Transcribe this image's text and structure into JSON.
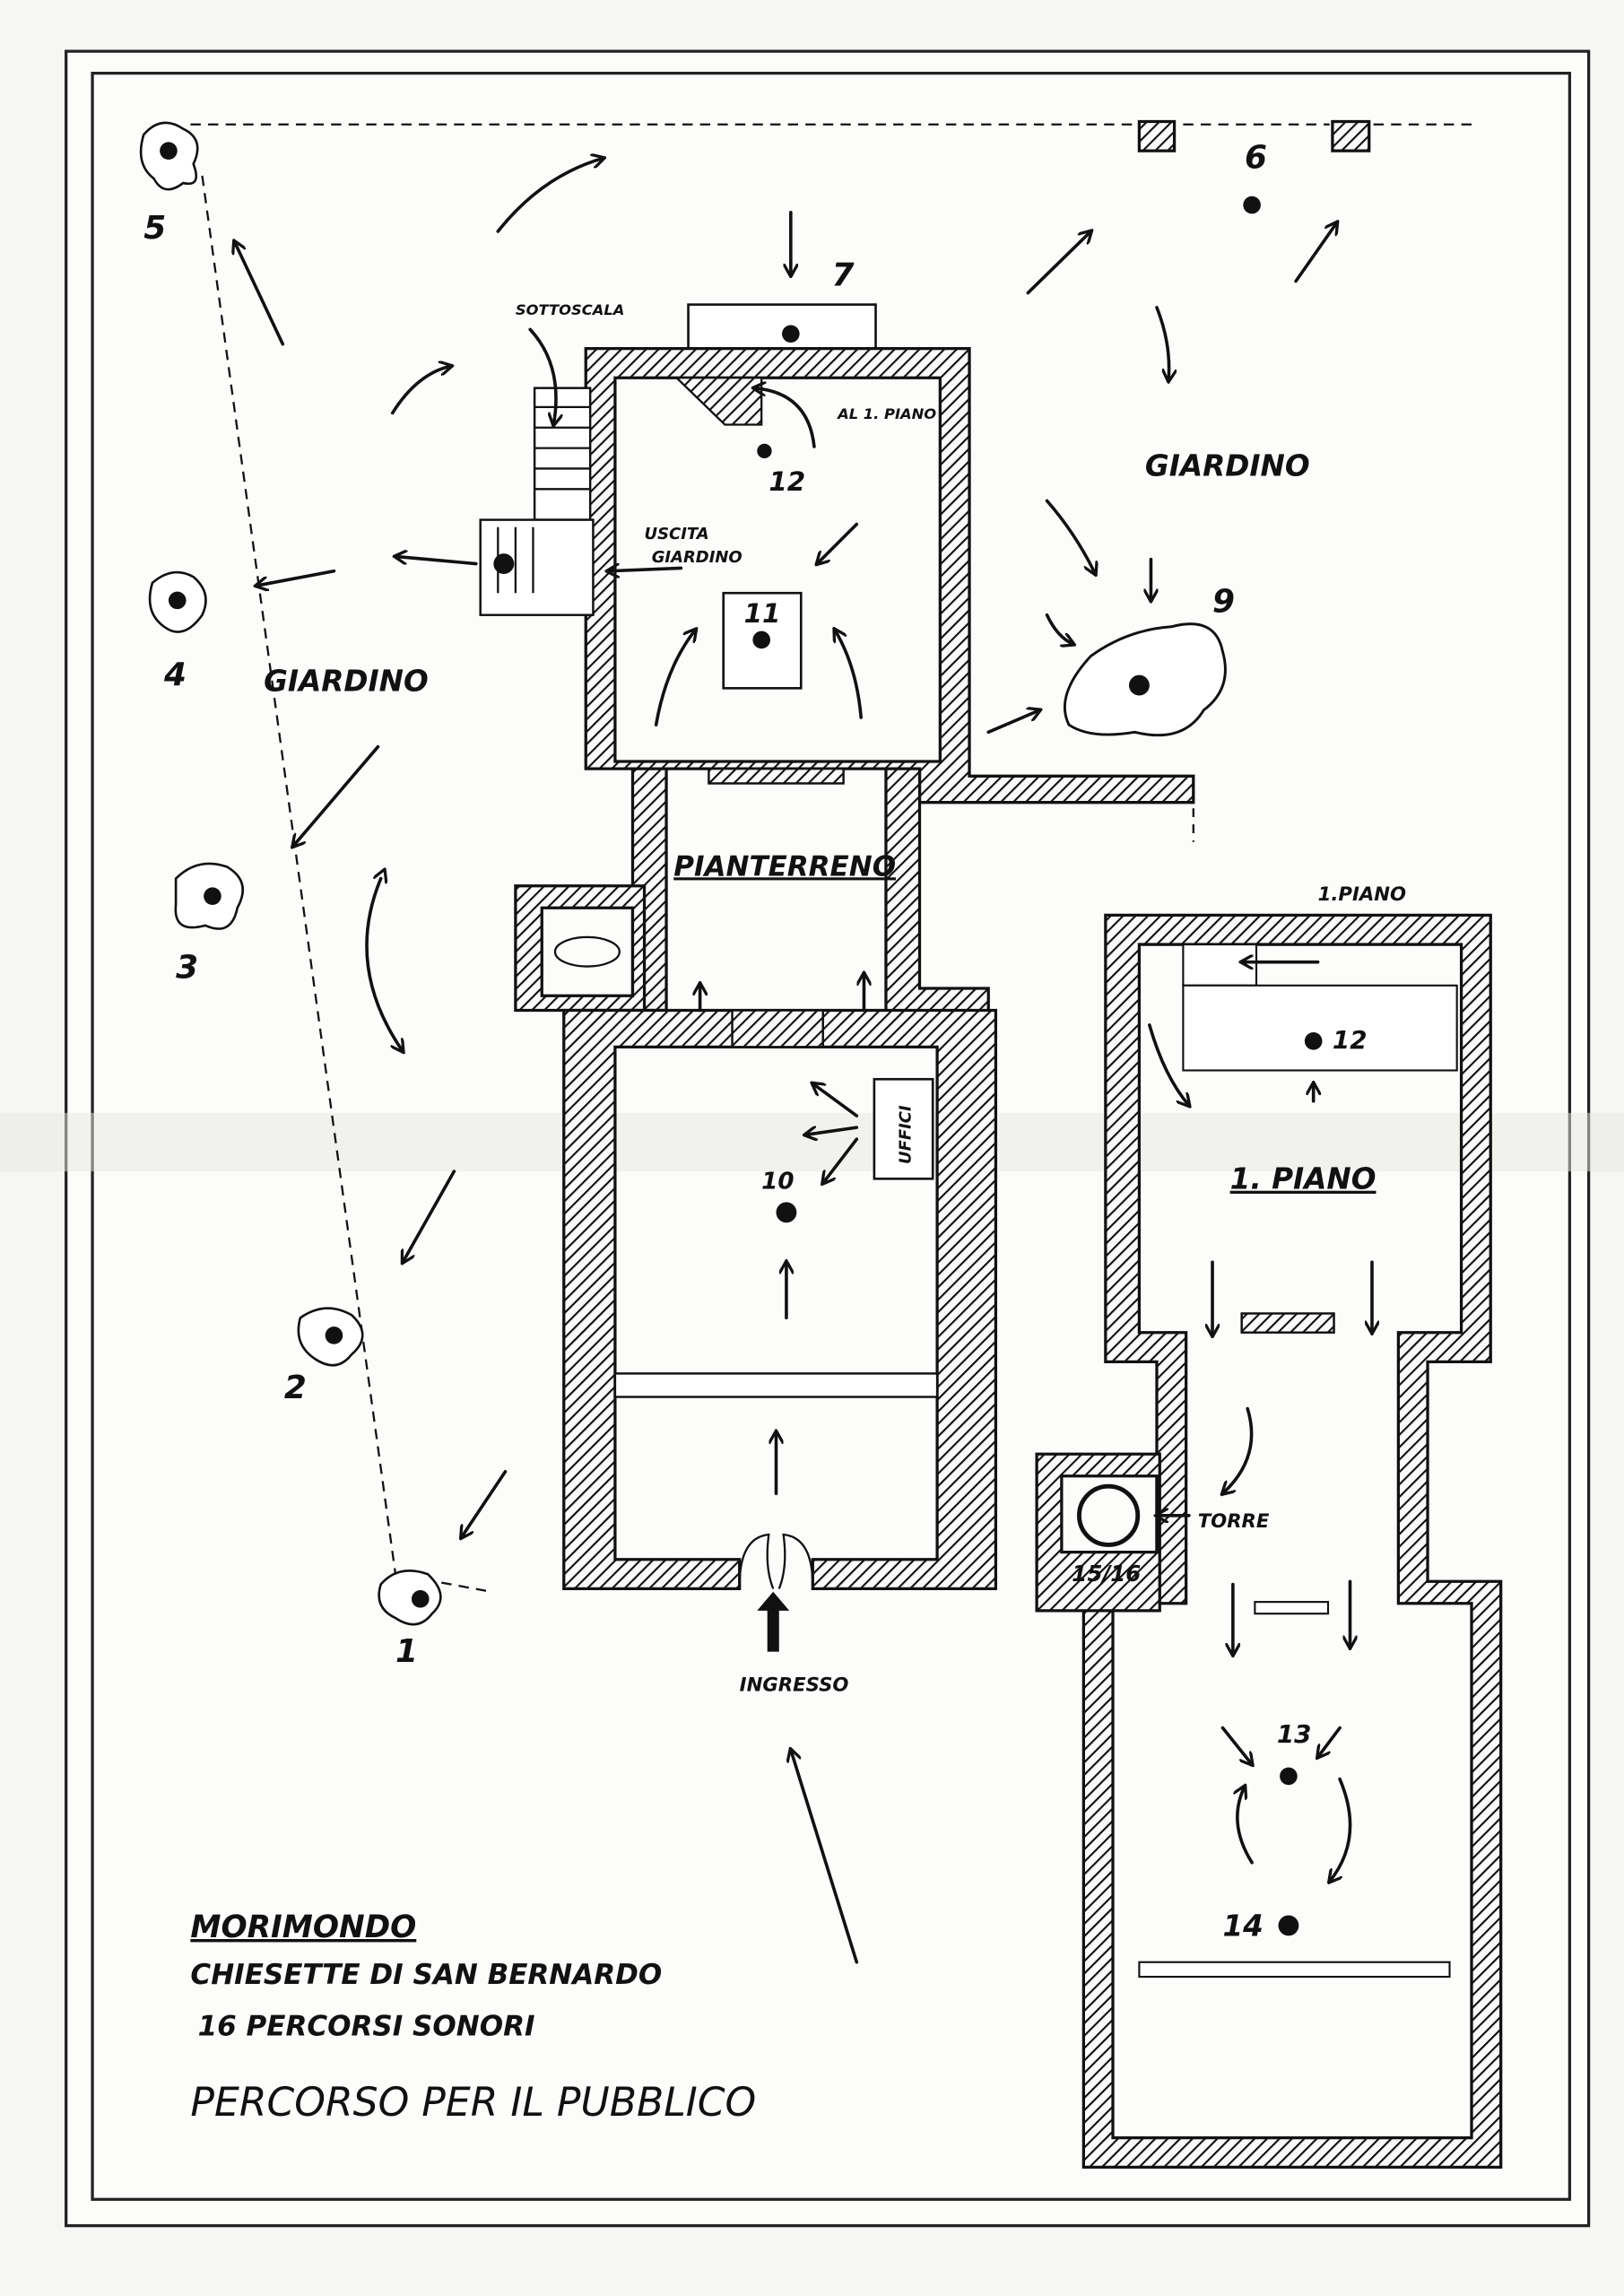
{
  "title_block": {
    "place": "MORIMONDO",
    "subtitle": "CHIESETTE DI SAN BERNARDO",
    "count_line": "16 PERCORSI SONORI",
    "caption": "PERCORSO PER IL PUBBLICO"
  },
  "labels": {
    "garden_right": "GIARDINO",
    "garden_left": "GIARDINO",
    "ground_floor": "PIANTERRENO",
    "first_floor": "1. PIANO",
    "first_floor_header": "1.PIANO",
    "under_stairs": "SOTTOSCALA",
    "to_first_floor": "AL 1. PIANO",
    "garden_exit_1": "USCITA",
    "garden_exit_2": "GIARDINO",
    "offices": "UFFICI",
    "tower": "TORRE",
    "entrance": "INGRESSO"
  },
  "points": {
    "p1": "1",
    "p2": "2",
    "p3": "3",
    "p4": "4",
    "p5": "5",
    "p6": "6",
    "p7": "7",
    "p9": "9",
    "p10": "10",
    "p11": "11",
    "p12": "12",
    "p12b": "12",
    "p13": "13",
    "p14": "14",
    "p15_16": "15/16"
  }
}
